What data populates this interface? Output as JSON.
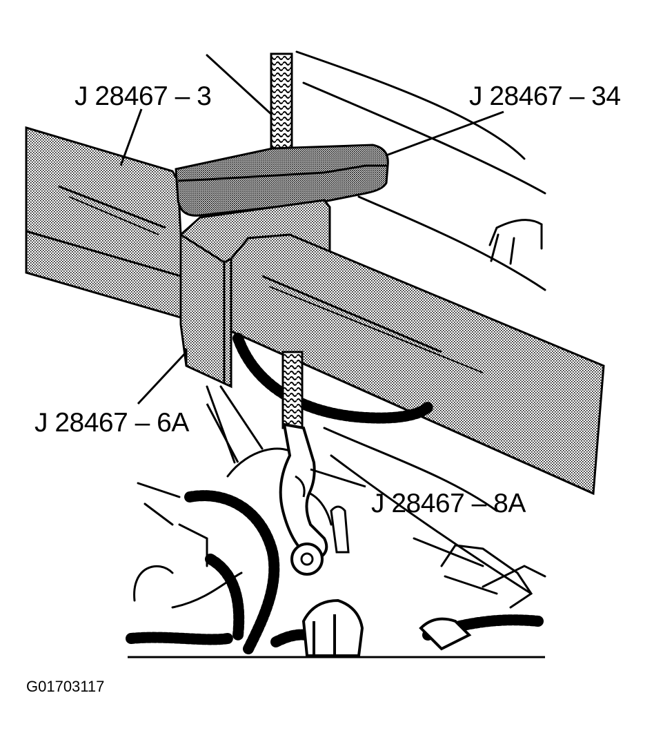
{
  "callouts": {
    "top_left": "J 28467 – 3",
    "top_right": "J 28467 – 34",
    "mid_left": "J 28467 – 6A",
    "mid_right": "J 28467 – 8A"
  },
  "figure_id": "G01703117",
  "colors": {
    "ink": "#000000",
    "paper": "#ffffff"
  }
}
